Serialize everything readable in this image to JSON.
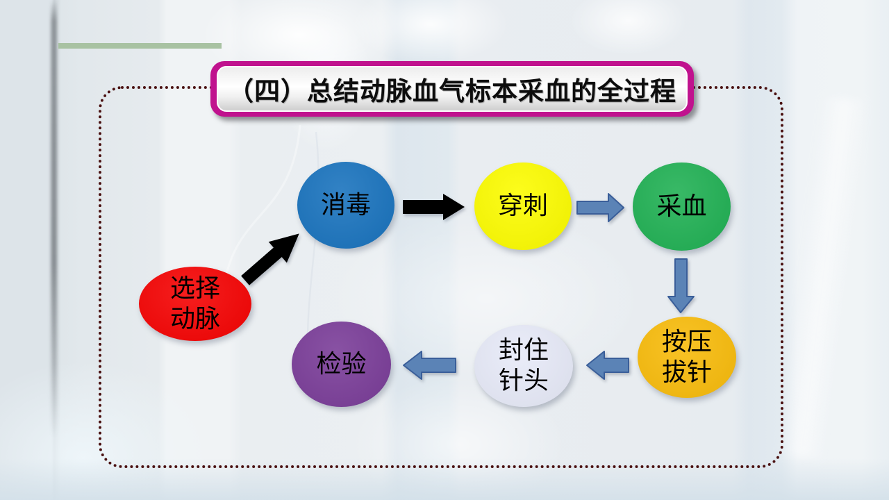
{
  "slide": {
    "title": "（四）总结动脉血气标本采血的全过程",
    "banner_color": "#C0128E",
    "frame_border_color": "#4A1111",
    "accent_line_color": "#A8C2A2"
  },
  "flow": {
    "steps": [
      {
        "id": "select-artery",
        "label": "选择\n动脉",
        "color": "#F50505"
      },
      {
        "id": "disinfect",
        "label": "消毒",
        "color": "#1B74BE"
      },
      {
        "id": "puncture",
        "label": "穿刺",
        "color": "#FCFC02"
      },
      {
        "id": "collect-blood",
        "label": "采血",
        "color": "#22B155"
      },
      {
        "id": "press-withdraw",
        "label": "按压\n拔针",
        "color": "#F8BC0D"
      },
      {
        "id": "seal-needle",
        "label": "封住\n针头",
        "color": "#E7EAF8"
      },
      {
        "id": "test",
        "label": "检验",
        "color": "#7B3E99"
      }
    ],
    "arrows": [
      {
        "from": "select-artery",
        "to": "disinfect",
        "style": "black"
      },
      {
        "from": "disinfect",
        "to": "puncture",
        "style": "black"
      },
      {
        "from": "puncture",
        "to": "collect-blood",
        "style": "blue"
      },
      {
        "from": "collect-blood",
        "to": "press-withdraw",
        "style": "blue"
      },
      {
        "from": "press-withdraw",
        "to": "seal-needle",
        "style": "blue"
      },
      {
        "from": "seal-needle",
        "to": "test",
        "style": "blue"
      }
    ],
    "arrow_colors": {
      "black": "#000000",
      "blue_fill": "#5B83B6",
      "blue_stroke": "#3A5E99"
    }
  }
}
